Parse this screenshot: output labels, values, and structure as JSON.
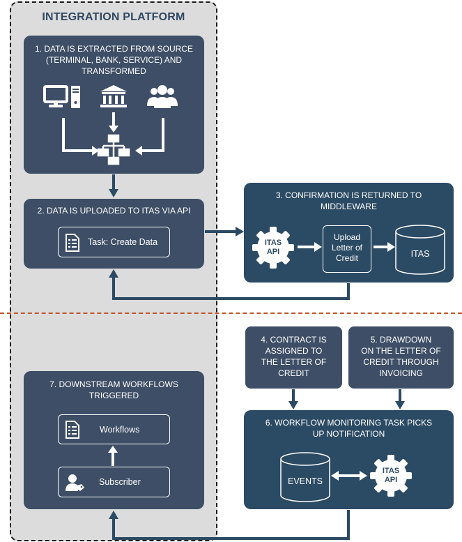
{
  "platform": {
    "title": "INTEGRATION PLATFORM"
  },
  "colors": {
    "box_slate": "#3d4e66",
    "box_navy": "#2b4a64",
    "divider": "#c0562e",
    "arrow": "#2b4a64"
  },
  "steps": {
    "step1": {
      "title": "1. DATA IS EXTRACTED FROM SOURCE\n(TERMINAL, BANK, SERVICE) AND\nTRANSFORMED",
      "icons": [
        "computer-icon",
        "bank-icon",
        "users-icon",
        "network-icon"
      ]
    },
    "step2": {
      "title": "2. DATA IS UPLOADED TO ITAS VIA API",
      "task_label": "Task: Create Data"
    },
    "step3": {
      "title": "3. CONFIRMATION IS RETURNED TO\nMIDDLEWARE",
      "api_label": "ITAS\nAPI",
      "upload_label": "Upload\nLetter of\nCredit",
      "db_label": "ITAS"
    },
    "step4": {
      "title": "4. CONTRACT IS\nASSIGNED TO\nTHE LETTER OF\nCREDIT"
    },
    "step5": {
      "title": "5. DRAWDOWN\nON THE LETTER OF\nCREDIT THROUGH\nINVOICING"
    },
    "step6": {
      "title": "6. WORKFLOW MONITORING TASK PICKS\nUP NOTIFICATION",
      "events_label": "EVENTS",
      "api_label": "ITAS\nAPI"
    },
    "step7": {
      "title": "7. DOWNSTREAM WORKFLOWS\nTRIGGERED",
      "workflows_label": "Workflows",
      "subscriber_label": "Subscriber"
    }
  }
}
